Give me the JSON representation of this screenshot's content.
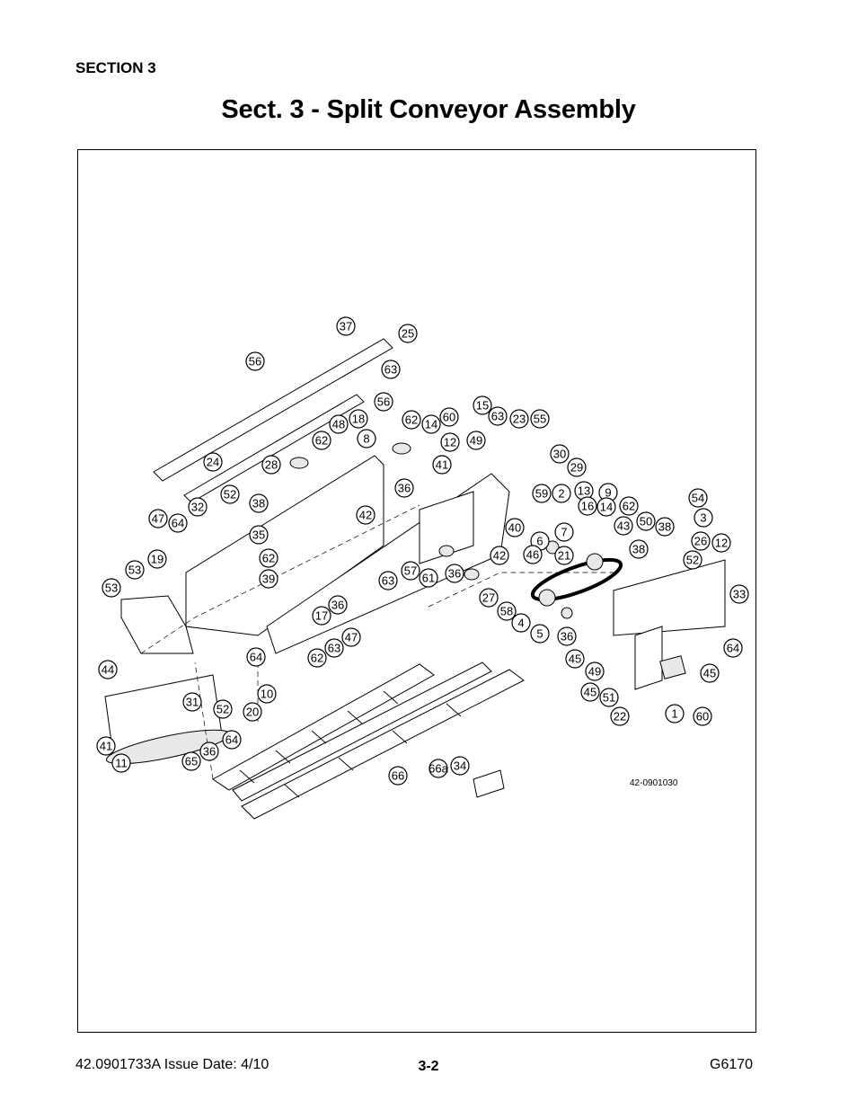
{
  "header": {
    "section": "SECTION 3",
    "title": "Sect. 3 - Split Conveyor Assembly"
  },
  "diagram": {
    "drawing_number": "42-0901030",
    "callouts": [
      "37",
      "25",
      "56",
      "63",
      "56",
      "15",
      "63",
      "23",
      "55",
      "62",
      "14",
      "60",
      "48",
      "18",
      "8",
      "62",
      "12",
      "49",
      "41",
      "28",
      "24",
      "36",
      "30",
      "29",
      "59",
      "2",
      "13",
      "9",
      "62",
      "54",
      "52",
      "38",
      "42",
      "32",
      "47",
      "64",
      "16",
      "14",
      "43",
      "50",
      "38",
      "3",
      "26",
      "12",
      "40",
      "6",
      "7",
      "38",
      "35",
      "21",
      "62",
      "52",
      "19",
      "53",
      "39",
      "57",
      "61",
      "36",
      "46",
      "42",
      "63",
      "33",
      "53",
      "36",
      "17",
      "27",
      "58",
      "4",
      "5",
      "36",
      "64",
      "47",
      "62",
      "63",
      "45",
      "49",
      "64",
      "45",
      "44",
      "31",
      "52",
      "10",
      "20",
      "45",
      "51",
      "22",
      "1",
      "60",
      "41",
      "36",
      "64",
      "11",
      "65",
      "66a",
      "34",
      "66"
    ]
  },
  "footer": {
    "doc_id": "42.0901733A  Issue Date: 4/10",
    "page": "3-2",
    "model": "G6170"
  }
}
